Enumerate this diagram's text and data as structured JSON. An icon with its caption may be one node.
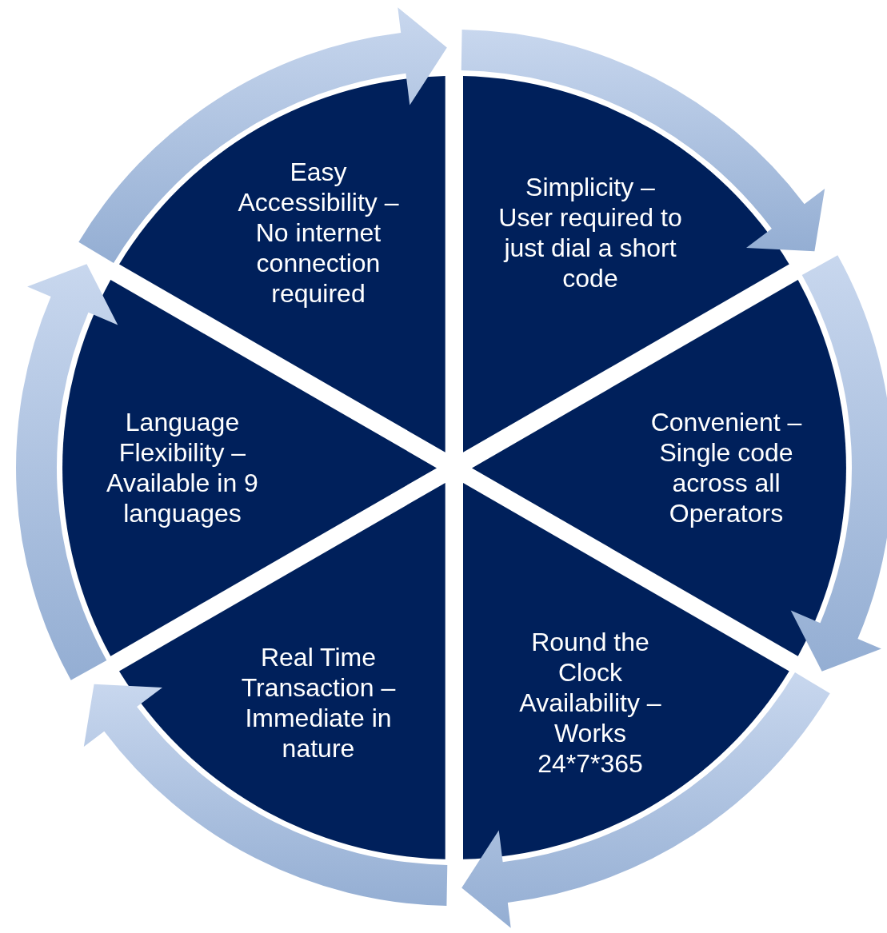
{
  "diagram": {
    "nodes": [
      {
        "text": [
          "Easy Accessibility – No internet connection required"
        ]
      },
      {
        "text": [
          "Simplicity – User required to just dial a short code"
        ]
      },
      {
        "text": [
          "Convenient – Single code across all Operators"
        ]
      },
      {
        "text": [
          "Round the Clock Availability – Works 24*7*365"
        ]
      },
      {
        "text": [
          "Real Time Transaction – Immediate in nature"
        ]
      },
      {
        "text": [
          "Language Flexibility – Available in 9 languages"
        ]
      }
    ],
    "edges": [
      {
        "from": 0,
        "to": 1,
        "arrow": "to"
      },
      {
        "from": 1,
        "to": 2,
        "arrow": "to"
      },
      {
        "from": 2,
        "to": 3,
        "arrow": "to"
      },
      {
        "from": 3,
        "to": 4,
        "arrow": "to"
      },
      {
        "from": 4,
        "to": 5,
        "arrow": "to"
      },
      {
        "from": 5,
        "to": 0,
        "arrow": "to"
      }
    ]
  }
}
